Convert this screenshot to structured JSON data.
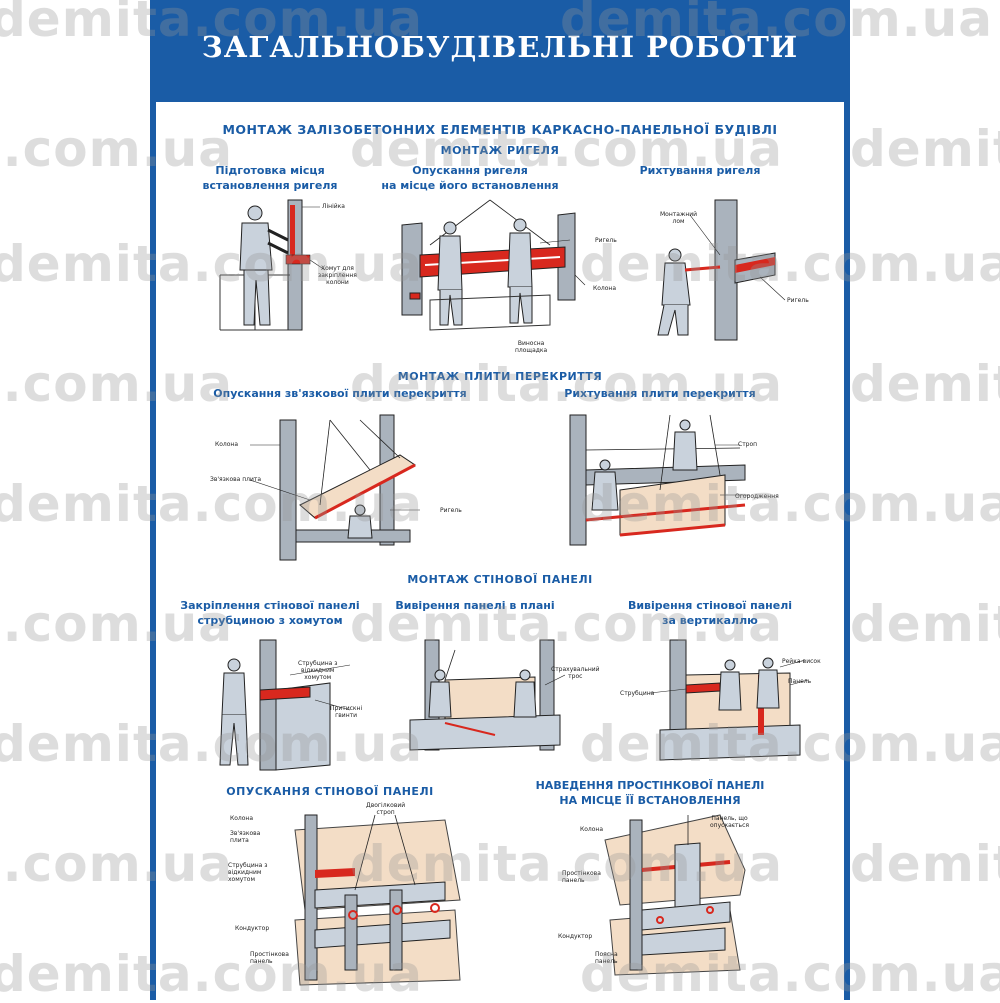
{
  "title": "ЗАГАЛЬНОБУДІВЕЛЬНІ РОБОТИ",
  "section_main": "МОНТАЖ ЗАЛІЗОБЕТОННИХ ЕЛЕМЕНТІВ КАРКАСНО-ПАНЕЛЬНОЇ БУДІВЛІ",
  "rigel": {
    "heading": "МОНТАЖ РИГЕЛЯ",
    "fig1": {
      "title_1": "Підготовка місця",
      "title_2": "встановлення ригеля",
      "lineika": "Лінійка",
      "khomut_1": "Хомут для",
      "khomut_2": "закріплення",
      "khomut_3": "колони"
    },
    "fig2": {
      "title_1": "Опускання ригеля",
      "title_2": "на місце його встановлення",
      "rigel": "Ригель",
      "kolona": "Колона",
      "vynosna_1": "Виносна",
      "vynosna_2": "площадка"
    },
    "fig3": {
      "title": "Рихтування ригеля",
      "lom_1": "Монтажний",
      "lom_2": "лом",
      "rigel": "Ригель"
    }
  },
  "plita": {
    "heading": "МОНТАЖ ПЛИТИ ПЕРЕКРИТТЯ",
    "fig1": {
      "title": "Опускання зв'язкової плити перекриття",
      "kolona": "Колона",
      "zviazkova": "Зв'язкова плита",
      "rigel": "Ригель"
    },
    "fig2": {
      "title": "Рихтування плити перекриття",
      "strop": "Строп",
      "ogorodzhennia": "Огородження"
    }
  },
  "panel": {
    "heading": "МОНТАЖ СТІНОВОЇ ПАНЕЛІ",
    "fig1": {
      "title_1": "Закріплення стінової панелі",
      "title_2": "струбциною з хомутом",
      "strubtsyna_1": "Струбцина з",
      "strubtsyna_2": "відкидним",
      "strubtsyna_3": "хомутом",
      "prytyskni_1": "Притискні",
      "prytyskni_2": "гвинти"
    },
    "fig2": {
      "title": "Вивірення панелі в плані",
      "tros_1": "Страхувальний",
      "tros_2": "трос"
    },
    "fig3": {
      "title_1": "Вивірення стінової панелі",
      "title_2": "за вертикаллю",
      "reika": "Рейка-висок",
      "panel": "Панель",
      "strubtsyna": "Струбцина"
    }
  },
  "bottom": {
    "fig1": {
      "title": "ОПУСКАННЯ СТІНОВОЇ ПАНЕЛІ",
      "kolona": "Колона",
      "dvogilkovyi_1": "Двогілковий",
      "dvogilkovyi_2": "строп",
      "zviazkova_1": "Зв'язкова",
      "zviazkova_2": "плита",
      "strub_1": "Струбцина з",
      "strub_2": "відкидним",
      "strub_3": "хомутом",
      "konduktor": "Кондуктор",
      "prostinkova_1": "Простінкова",
      "prostinkova_2": "панель"
    },
    "fig2": {
      "title_1": "НАВЕДЕННЯ ПРОСТІНКОВОЇ ПАНЕЛІ",
      "title_2": "НА МІСЦЕ ЇЇ ВСТАНОВЛЕННЯ",
      "kolona": "Колона",
      "panel_1": "Панель, що",
      "panel_2": "опускається",
      "prostinkova_1": "Простінкова",
      "prostinkova_2": "панель",
      "konduktor": "Кондуктор",
      "poiasna_1": "Поясна",
      "poiasna_2": "панель"
    }
  },
  "watermark": "demita.com.ua",
  "colors": {
    "blue": "#1a5ca6",
    "red": "#d8281e",
    "concrete": "#aab3bd",
    "worker": "#c9d2dc",
    "sand": "#f3ddc6"
  }
}
